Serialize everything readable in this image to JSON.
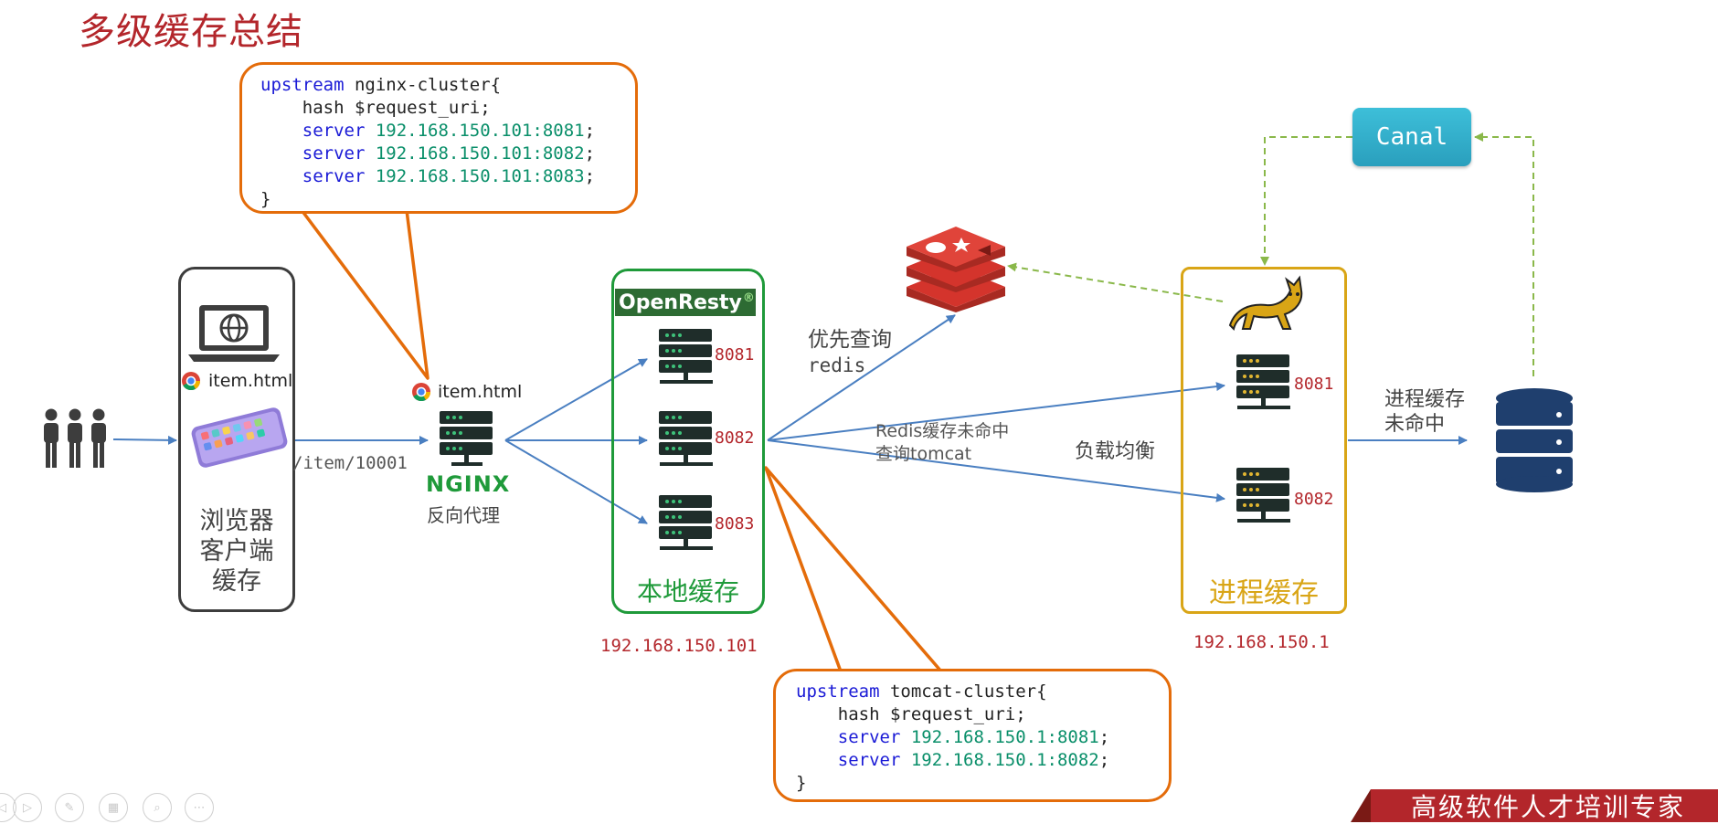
{
  "title": "多级缓存总结",
  "nginx_upstream": {
    "lines": [
      {
        "parts": [
          {
            "t": "upstream",
            "c": "kw"
          },
          {
            "t": " nginx-cluster{",
            "c": ""
          }
        ]
      },
      {
        "parts": [
          {
            "t": "    hash $request_uri;",
            "c": ""
          }
        ]
      },
      {
        "parts": [
          {
            "t": "    ",
            "c": ""
          },
          {
            "t": "server",
            "c": "kw"
          },
          {
            "t": " 192.168.150.101:8081",
            "c": "val"
          },
          {
            "t": ";",
            "c": ""
          }
        ]
      },
      {
        "parts": [
          {
            "t": "    ",
            "c": ""
          },
          {
            "t": "server",
            "c": "kw"
          },
          {
            "t": " 192.168.150.101:8082",
            "c": "val"
          },
          {
            "t": ";",
            "c": ""
          }
        ]
      },
      {
        "parts": [
          {
            "t": "    ",
            "c": ""
          },
          {
            "t": "server",
            "c": "kw"
          },
          {
            "t": " 192.168.150.101:8083",
            "c": "val"
          },
          {
            "t": ";",
            "c": ""
          }
        ]
      },
      {
        "parts": [
          {
            "t": "}",
            "c": ""
          }
        ]
      }
    ]
  },
  "tomcat_upstream": {
    "lines": [
      {
        "parts": [
          {
            "t": "upstream",
            "c": "kw"
          },
          {
            "t": " tomcat-cluster{",
            "c": ""
          }
        ]
      },
      {
        "parts": [
          {
            "t": "    hash $request_uri;",
            "c": ""
          }
        ]
      },
      {
        "parts": [
          {
            "t": "    ",
            "c": ""
          },
          {
            "t": "server",
            "c": "kw"
          },
          {
            "t": " 192.168.150.1:8081",
            "c": "val"
          },
          {
            "t": ";",
            "c": ""
          }
        ]
      },
      {
        "parts": [
          {
            "t": "    ",
            "c": ""
          },
          {
            "t": "server",
            "c": "kw"
          },
          {
            "t": " 192.168.150.1:8082",
            "c": "val"
          },
          {
            "t": ";",
            "c": ""
          }
        ]
      },
      {
        "parts": [
          {
            "t": "}",
            "c": ""
          }
        ]
      }
    ]
  },
  "browser": {
    "item_label": "item.html",
    "caption_lines": [
      "浏览器",
      "客户端",
      "缓存"
    ]
  },
  "request_path": "/item/10001",
  "nginx": {
    "item_label": "item.html",
    "logo": "NGINX",
    "caption": "反向代理"
  },
  "openresty": {
    "brand": "OpenResty",
    "reg_mark": "®",
    "ports": [
      "8081",
      "8082",
      "8083"
    ],
    "caption": "本地缓存",
    "ip": "192.168.150.101"
  },
  "redis_query": {
    "line1": "优先查询",
    "line2": "redis"
  },
  "redis_miss": {
    "line1": "Redis缓存未命中",
    "line2": "查询tomcat"
  },
  "load_balance": "负载均衡",
  "tomcat": {
    "ports": [
      "8081",
      "8082"
    ],
    "caption": "进程缓存",
    "ip": "192.168.150.1"
  },
  "process_miss": {
    "line1": "进程缓存",
    "line2": "未命中"
  },
  "canal": "Canal",
  "footer": "高级软件人才培训专家",
  "colors": {
    "title_red": "#b3262b",
    "orange": "#e46c0a",
    "openresty_green": "#1f9a3a",
    "tomcat_gold": "#d9a516",
    "arrow_blue": "#4a7fc1",
    "dashed_green": "#8ab84a",
    "db_navy": "#1f3f6e",
    "redis_red": "#d4342c"
  }
}
